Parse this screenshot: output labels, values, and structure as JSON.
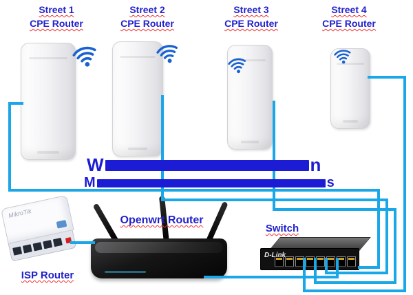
{
  "diagram": {
    "cpe_units": [
      {
        "name_line": "Street 1",
        "type_line": "CPE Router"
      },
      {
        "name_line": "Street 2",
        "type_line": "CPE Router"
      },
      {
        "name_line": "Street 3",
        "type_line": "CPE Router"
      },
      {
        "name_line": "Street 4",
        "type_line": "CPE Router"
      }
    ],
    "heading": {
      "line1_prefix": "W",
      "line1_suffix": "n",
      "line2_prefix": "M",
      "line2_suffix": "s"
    },
    "devices": {
      "isp_router": {
        "label": "ISP Router",
        "brand": "MikroTik"
      },
      "openwrt_router": {
        "label": "Openwrt Router"
      },
      "switch": {
        "label": "Switch",
        "brand": "D-Link"
      }
    },
    "colors": {
      "cable": "#1aa7e8",
      "label_blue": "#2121cc",
      "heading_blue": "#1c1cd4",
      "underline_red": "#f03030",
      "wifi_blue": "#1a62d0"
    }
  }
}
